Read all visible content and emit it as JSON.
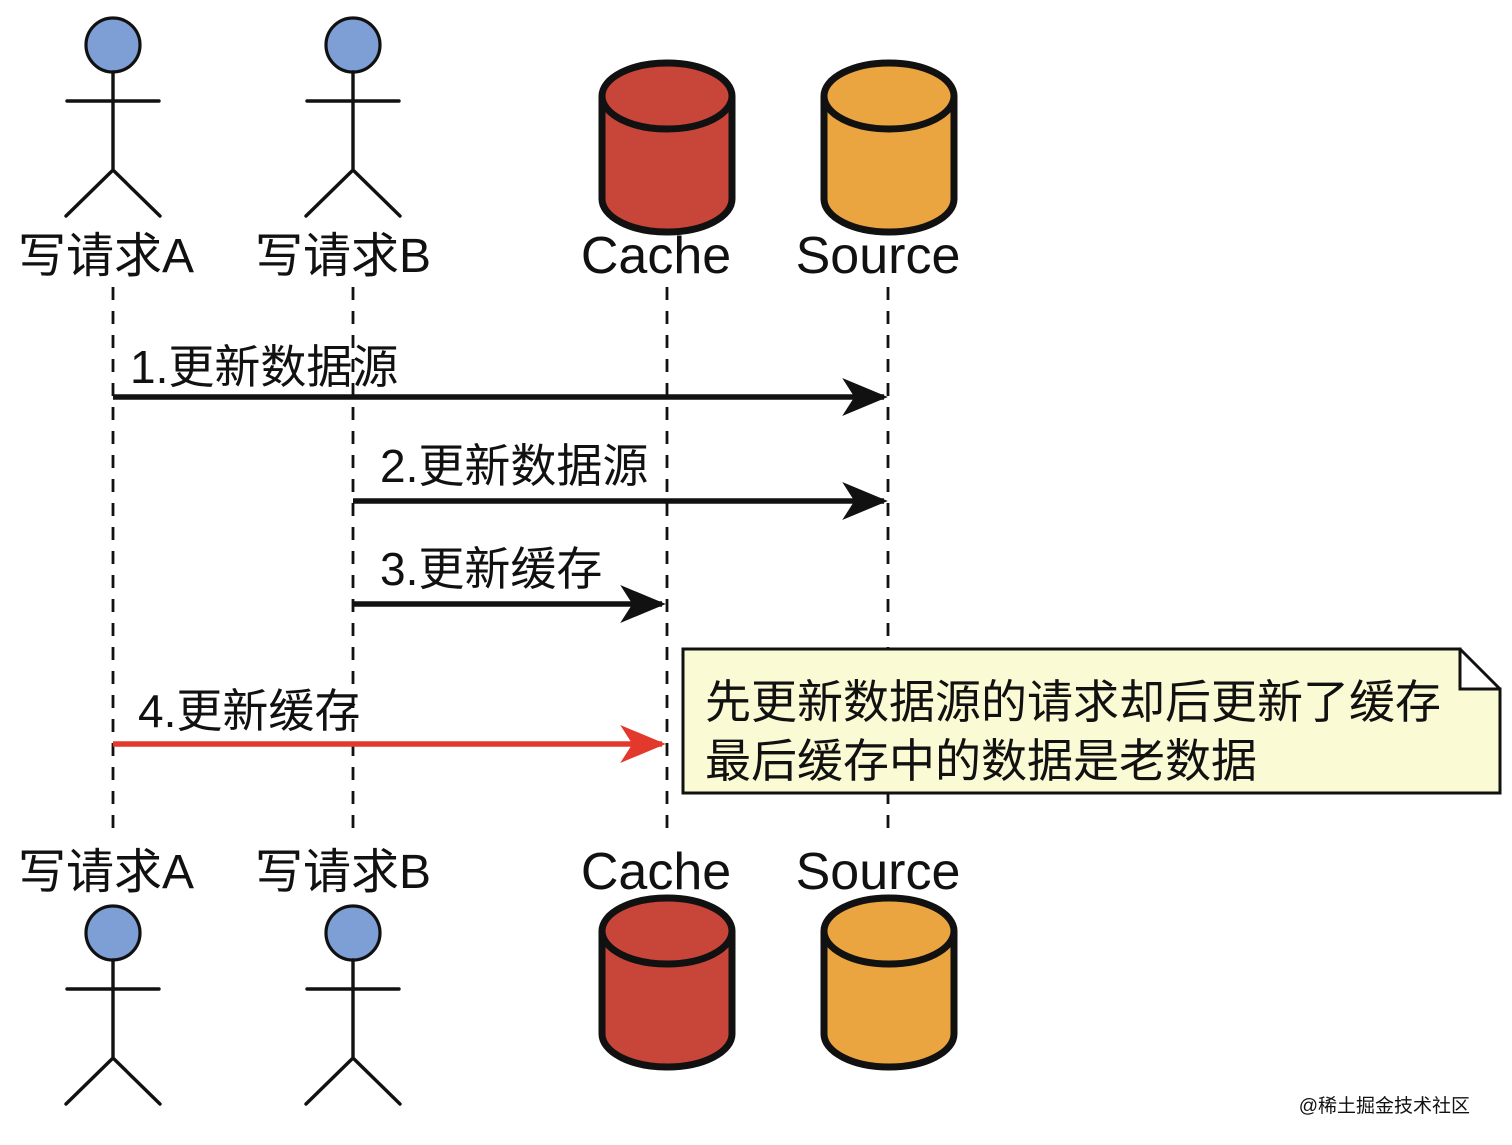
{
  "diagram": {
    "actors": [
      {
        "id": "a",
        "label": "写请求A"
      },
      {
        "id": "b",
        "label": "写请求B"
      }
    ],
    "stores": [
      {
        "id": "cache",
        "label": "Cache"
      },
      {
        "id": "source",
        "label": "Source"
      }
    ],
    "messages": [
      {
        "label": "1.更新数据源",
        "from": "写请求A",
        "to": "Source",
        "style": "black"
      },
      {
        "label": "2.更新数据源",
        "from": "写请求B",
        "to": "Source",
        "style": "black"
      },
      {
        "label": "3.更新缓存",
        "from": "写请求B",
        "to": "Cache",
        "style": "black"
      },
      {
        "label": "4.更新缓存",
        "from": "写请求A",
        "to": "Cache",
        "style": "red"
      }
    ],
    "note": {
      "line1": "先更新数据源的请求却后更新了缓存",
      "line2": "最后缓存中的数据是老数据"
    },
    "watermark": "@稀土掘金技术社区"
  },
  "colors": {
    "actor_head": "#7e9fd6",
    "cache_fill": "#c8453a",
    "source_fill": "#eaa440",
    "outline": "#111111",
    "arrow_black": "#111111",
    "arrow_red": "#e2392c",
    "note_fill": "#fafad4",
    "watermark": "#c6c6c6"
  }
}
